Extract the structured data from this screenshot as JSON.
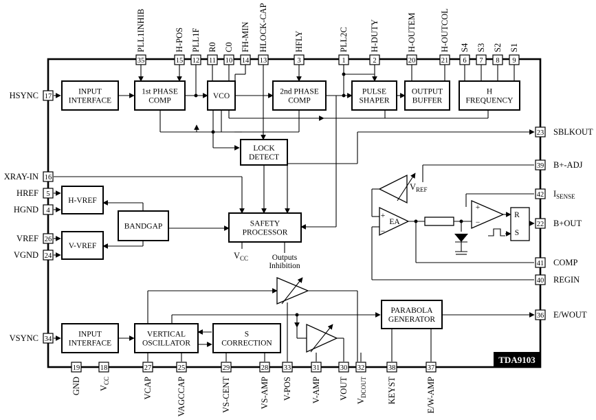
{
  "chip_name": "TDA9103",
  "blocks": {
    "input_interface_h": [
      "INPUT",
      "INTERFACE"
    ],
    "phase_comp_1": [
      "1st PHASE",
      "COMP"
    ],
    "vco": [
      "VCO"
    ],
    "phase_comp_2": [
      "2nd PHASE",
      "COMP"
    ],
    "pulse_shaper": [
      "PULSE",
      "SHAPER"
    ],
    "output_buffer": [
      "OUTPUT",
      "BUFFER"
    ],
    "h_frequency": [
      "H",
      "FREQUENCY"
    ],
    "lock_detect": [
      "LOCK",
      "DETECT"
    ],
    "h_vref": [
      "H-VREF"
    ],
    "bandgap": [
      "BANDGAP"
    ],
    "v_vref": [
      "V-VREF"
    ],
    "safety_processor": [
      "SAFETY",
      "PROCESSOR"
    ],
    "input_interface_v": [
      "INPUT",
      "INTERFACE"
    ],
    "vertical_oscillator": [
      "VERTICAL",
      "OSCILLATOR"
    ],
    "s_correction": [
      "S",
      "CORRECTION"
    ],
    "parabola_generator": [
      "PARABOLA",
      "GENERATOR"
    ],
    "error_amp": "EA",
    "comparator_plus": "+",
    "comparator_minus": "−",
    "ea_plus": "+",
    "ea_minus": "−",
    "flipflop_r": "R",
    "flipflop_s": "S"
  },
  "annotations": {
    "vcc": "V",
    "vcc_sub": "CC",
    "outputs_inhibition": [
      "Outputs",
      "Inhibition"
    ],
    "vref": "V",
    "vref_sub": "REF"
  },
  "pins_top": [
    {
      "num": "35",
      "name": "PLL1INHIB"
    },
    {
      "num": "15",
      "name": "H-POS"
    },
    {
      "num": "12",
      "name": "PLL1F"
    },
    {
      "num": "11",
      "name": "R0"
    },
    {
      "num": "10",
      "name": "C0"
    },
    {
      "num": "14",
      "name": "FH-MIN"
    },
    {
      "num": "13",
      "name": "HLOCK-CAP"
    },
    {
      "num": "3",
      "name": "HFLY"
    },
    {
      "num": "1",
      "name": "PLL2C"
    },
    {
      "num": "2",
      "name": "H-DUTY"
    },
    {
      "num": "20",
      "name": "H-OUTEM"
    },
    {
      "num": "21",
      "name": "H-OUTCOL"
    },
    {
      "num": "6",
      "name": "S4"
    },
    {
      "num": "7",
      "name": "S3"
    },
    {
      "num": "8",
      "name": "S2"
    },
    {
      "num": "9",
      "name": "S1"
    }
  ],
  "pins_left": [
    {
      "num": "17",
      "name": "HSYNC"
    },
    {
      "num": "16",
      "name": "XRAY-IN"
    },
    {
      "num": "5",
      "name": "HREF"
    },
    {
      "num": "4",
      "name": "HGND"
    },
    {
      "num": "26",
      "name": "VREF"
    },
    {
      "num": "24",
      "name": "VGND"
    },
    {
      "num": "34",
      "name": "VSYNC"
    }
  ],
  "pins_right": [
    {
      "num": "23",
      "name": "SBLKOUT",
      "sub": ""
    },
    {
      "num": "39",
      "name": "B+-ADJ",
      "sub": ""
    },
    {
      "num": "42",
      "name": "I",
      "sub": "SENSE"
    },
    {
      "num": "22",
      "name": "B+OUT",
      "sub": ""
    },
    {
      "num": "41",
      "name": "COMP",
      "sub": ""
    },
    {
      "num": "40",
      "name": "REGIN",
      "sub": ""
    },
    {
      "num": "36",
      "name": "E/WOUT",
      "sub": ""
    }
  ],
  "pins_bottom": [
    {
      "num": "19",
      "name": "GND",
      "sub": ""
    },
    {
      "num": "18",
      "name": "V",
      "sub": "CC"
    },
    {
      "num": "27",
      "name": "VCAP",
      "sub": ""
    },
    {
      "num": "25",
      "name": "VAGCCAP",
      "sub": ""
    },
    {
      "num": "29",
      "name": "VS-CENT",
      "sub": ""
    },
    {
      "num": "28",
      "name": "VS-AMP",
      "sub": ""
    },
    {
      "num": "33",
      "name": "V-POS",
      "sub": ""
    },
    {
      "num": "31",
      "name": "V-AMP",
      "sub": ""
    },
    {
      "num": "30",
      "name": "VOUT",
      "sub": ""
    },
    {
      "num": "32",
      "name": "V",
      "sub": "DCOUT"
    },
    {
      "num": "38",
      "name": "KEYST",
      "sub": ""
    },
    {
      "num": "37",
      "name": "E/W-AMP",
      "sub": ""
    }
  ]
}
